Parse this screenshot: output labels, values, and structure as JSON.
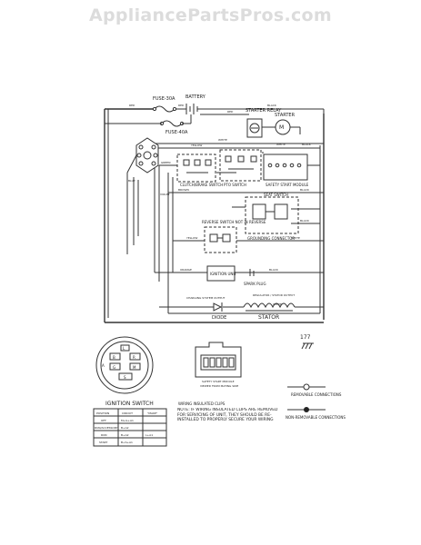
{
  "watermark": "AppliancePartsPros.com",
  "labels": {
    "fuse_top": "FUSE-30A",
    "fuse_bottom": "FUSE-40A",
    "battery": "BATTERY",
    "starter_relay": "STARTER RELAY",
    "starter": "STARTER",
    "clutch_brake": "CLUTCH/BRAKE SWITCH",
    "pto_switch": "PTO SWITCH",
    "safety_module": "SAFETY START MODULE",
    "seat_switch": "SEAT SWITCH",
    "grounding_connector": "GROUNDING CONNECTOR",
    "reverse_switch": "REVERSE SWITCH NOT IN REVERSE",
    "ignition_unit": "IGNITION UNIT",
    "spark_plug": "SPARK PLUG",
    "diode": "DIODE",
    "stator": "STATOR",
    "charging_left": "CHARGING SYSTEM OUTPUT",
    "charging_right": "REGULATOR / STATOR OUTPUT",
    "figure_number": "177",
    "module_caption_1": "SAFETY START MODULE",
    "module_caption_2": "VIEWED FROM MATING SIDE"
  },
  "wire_colors": {
    "red": "RED",
    "black": "BLACK",
    "white": "WHITE",
    "yellow": "YELLOW",
    "blue": "BLUE",
    "green": "GREEN",
    "brown": "BROWN",
    "orange": "ORANGE",
    "violet": "VIOLET"
  },
  "switch_pins": [
    "B",
    "R",
    "G",
    "M",
    "S",
    "L",
    "A"
  ],
  "ignition_switch": {
    "title": "IGNITION SWITCH",
    "headers": [
      "POSITION",
      "CIRCUIT",
      "\"MAKE\""
    ],
    "rows": [
      [
        "OFF",
        "M+G+A1",
        ""
      ],
      [
        "RUN/ACCESSORY",
        "B+A2",
        ""
      ],
      [
        "RUN",
        "B+A2",
        "L+A1"
      ],
      [
        "START",
        "B+S+A1",
        ""
      ]
    ]
  },
  "notes": {
    "clips_title": "WIRING INSULATED CLIPS",
    "clips_note": "NOTE: IF WIRING INSULATED CLIPS ARE REMOVED FOR SERVICING OF UNIT, THEY SHOULD BE RE-INSTALLED TO PROPERLY SECURE YOUR WIRING"
  },
  "legend": {
    "removable": "REMOVABLE CONNECTIONS",
    "non_removable": "NON-REMOVABLE CONNECTIONS"
  }
}
